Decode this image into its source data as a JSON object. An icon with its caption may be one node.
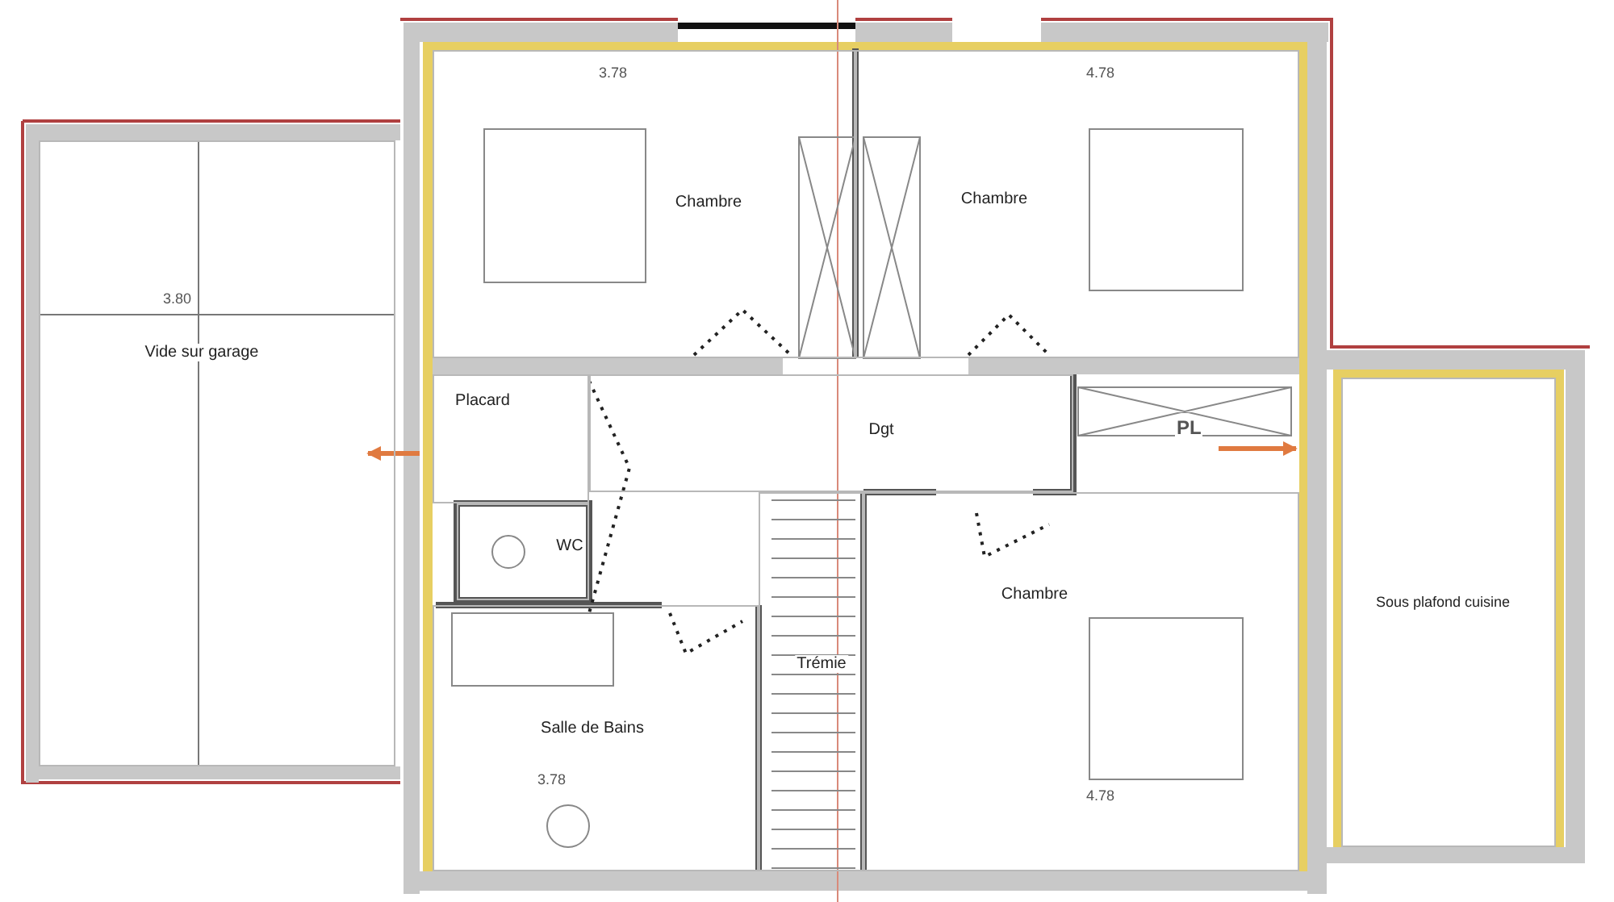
{
  "diagram": {
    "nodes": [
      {
        "text": [
          "Vide sur garage"
        ]
      },
      {
        "text": [
          "Chambre"
        ]
      },
      {
        "text": [
          "Chambre"
        ]
      },
      {
        "text": [
          "Placard"
        ]
      },
      {
        "text": [
          "WC"
        ]
      },
      {
        "text": [
          "Dgt"
        ]
      },
      {
        "text": [
          "Trémie"
        ]
      },
      {
        "text": [
          "Chambre"
        ]
      },
      {
        "text": [
          "Salle de Bains"
        ]
      },
      {
        "text": [
          "Sous plafond cuisine"
        ]
      }
    ],
    "labels": [
      "3.78",
      "4.78",
      "3.80",
      "PL",
      "4.78",
      "3.78"
    ]
  }
}
